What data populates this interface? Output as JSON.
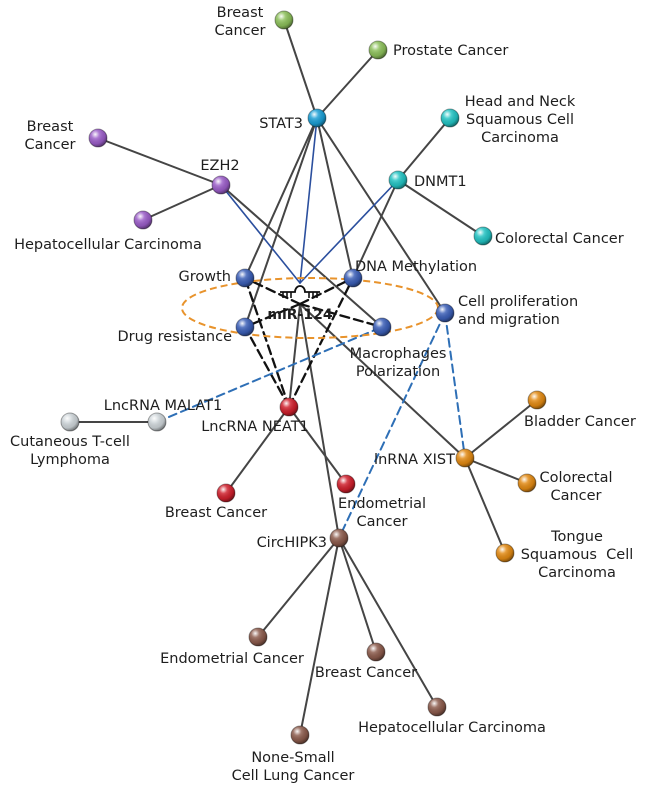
{
  "colors": {
    "edge": "#454545",
    "edge_dashed": "#111111",
    "link_blue": "#2b4f9e",
    "link_blue_dashed": "#2e6fb6",
    "ellipse": "#e8932c",
    "label": "#1e1e1e"
  },
  "nodes": [
    {
      "label": [
        "Breast",
        "Cancer"
      ],
      "color": "#8cc05a"
    },
    {
      "label": [
        "Prostate Cancer"
      ],
      "color": "#8cc05a"
    },
    {
      "label": [
        "STAT3"
      ],
      "color": "#1a9fd6"
    },
    {
      "label": [
        "Head and Neck",
        "Squamous Cell",
        "Carcinoma"
      ],
      "color": "#22c4c4"
    },
    {
      "label": [
        "Breast",
        "Cancer"
      ],
      "color": "#9b5dc9"
    },
    {
      "label": [
        "EZH2"
      ],
      "color": "#9b5dc9"
    },
    {
      "label": [
        "DNMT1"
      ],
      "color": "#22c4c4"
    },
    {
      "label": [
        "Hepatocellular Carcinoma"
      ],
      "color": "#9b5dc9"
    },
    {
      "label": [
        "Colorectal Cancer"
      ],
      "color": "#22c4c4"
    },
    {
      "label": [
        "Growth"
      ],
      "color": "#3b5fb8"
    },
    {
      "label": [
        "DNA Methylation"
      ],
      "color": "#3b5fb8"
    },
    {
      "label": [
        "Cell proliferation",
        "and migration"
      ],
      "color": "#3b5fb8"
    },
    {
      "label": [
        "Drug resistance"
      ],
      "color": "#3b5fb8"
    },
    {
      "label": [
        "Macrophages",
        "Polarization"
      ],
      "color": "#3b5fb8"
    },
    {
      "label": [
        "miR-124"
      ],
      "hairpin": true
    },
    {
      "label": [
        "LncRNA MALAT1"
      ],
      "color": "#cfd6da"
    },
    {
      "label": [
        "Cutaneous T-cell",
        "Lymphoma"
      ],
      "color": "#cfd6da"
    },
    {
      "label": [
        "LncRNA NEAT1"
      ],
      "color": "#d01f2c"
    },
    {
      "label": [
        "lnRNA XIST"
      ],
      "color": "#e38a12"
    },
    {
      "label": [
        "Bladder Cancer"
      ],
      "color": "#e38a12"
    },
    {
      "label": [
        "Colorectal",
        "Cancer"
      ],
      "color": "#e38a12"
    },
    {
      "label": [
        "Tongue",
        "Squamous  Cell",
        "Carcinoma"
      ],
      "color": "#e38a12"
    },
    {
      "label": [
        "Breast Cancer"
      ],
      "color": "#d01f2c"
    },
    {
      "label": [
        "Endometrial",
        "Cancer"
      ],
      "color": "#d01f2c"
    },
    {
      "label": [
        "CircHIPK3"
      ],
      "color": "#8c5b4c"
    },
    {
      "label": [
        "Endometrial Cancer"
      ],
      "color": "#8c5b4c"
    },
    {
      "label": [
        "Breast Cancer"
      ],
      "color": "#8c5b4c"
    },
    {
      "label": [
        "Hepatocellular Carcinoma"
      ],
      "color": "#8c5b4c"
    },
    {
      "label": [
        "None-Small",
        "Cell Lung Cancer"
      ],
      "color": "#8c5b4c"
    }
  ],
  "edges": {
    "solid": [
      [
        2,
        0
      ],
      [
        2,
        1
      ],
      [
        6,
        3
      ],
      [
        6,
        8
      ],
      [
        5,
        4
      ],
      [
        5,
        7
      ],
      [
        2,
        9
      ],
      [
        2,
        12
      ],
      [
        2,
        10
      ],
      [
        2,
        11
      ],
      [
        5,
        13
      ],
      [
        6,
        10
      ],
      [
        14,
        17
      ],
      [
        14,
        24
      ],
      [
        14,
        18
      ],
      [
        15,
        16
      ],
      [
        17,
        22
      ],
      [
        17,
        23
      ],
      [
        18,
        19
      ],
      [
        18,
        20
      ],
      [
        18,
        21
      ],
      [
        24,
        25
      ],
      [
        24,
        26
      ],
      [
        24,
        27
      ],
      [
        24,
        28
      ]
    ],
    "blue": [
      [
        2,
        14
      ],
      [
        5,
        14
      ],
      [
        6,
        14
      ]
    ],
    "dashed": [
      [
        14,
        9
      ],
      [
        14,
        10
      ],
      [
        14,
        12
      ],
      [
        14,
        13
      ],
      [
        17,
        9
      ],
      [
        17,
        12
      ],
      [
        17,
        10
      ]
    ],
    "blue_dashed": [
      [
        15,
        13
      ],
      [
        11,
        18
      ],
      [
        11,
        24
      ]
    ]
  }
}
